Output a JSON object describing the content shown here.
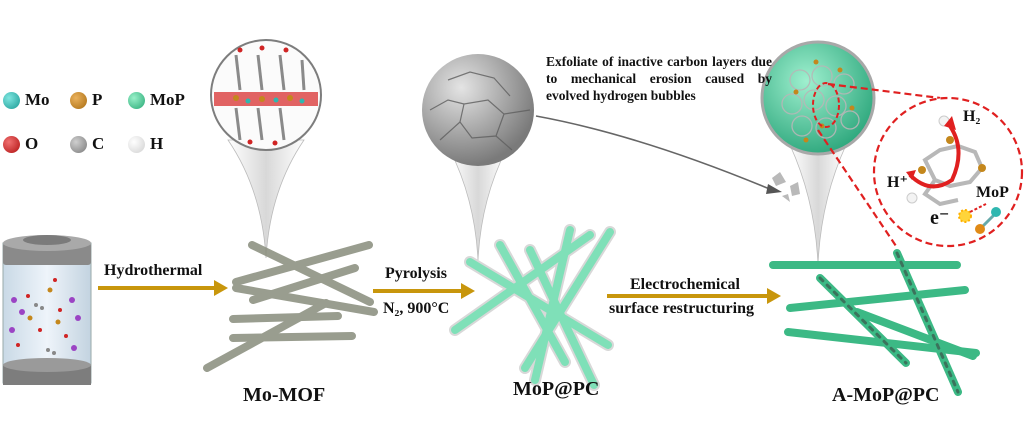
{
  "legend": {
    "items": [
      {
        "symbol": "Mo",
        "color": "#2fb7b0"
      },
      {
        "symbol": "P",
        "color": "#c4871c"
      },
      {
        "symbol": "MoP",
        "color": "#3fcf96"
      },
      {
        "symbol": "O",
        "color": "#cc2020"
      },
      {
        "symbol": "C",
        "color": "#8e8e8e"
      },
      {
        "symbol": "H",
        "color": "#f2f2f2"
      }
    ]
  },
  "steps": [
    {
      "label": "Hydrothermal"
    },
    {
      "label": "Pyrolysis",
      "condition": "N₂, 900°C"
    },
    {
      "label_line1": "Electrochemical",
      "label_line2": "surface restructuring"
    }
  ],
  "products": {
    "mof": "Mo-MOF",
    "mop_pc": "MoP@PC",
    "a_mop_pc": "A-MoP@PC"
  },
  "annotation": {
    "text": "Exfoliate of inactive carbon layers due to mechanical erosion caused by evolved hydrogen bubbles"
  },
  "mechanism": {
    "h2": "H₂",
    "h_plus": "H⁺",
    "electron": "e⁻",
    "catalyst": "MoP"
  },
  "colors": {
    "arrow": "#c8960c",
    "mof_rod": "#8f9383",
    "mop_rod": "#7fe0b8",
    "a_mop_rod": "#3cb985",
    "dashed": "#e02020"
  }
}
